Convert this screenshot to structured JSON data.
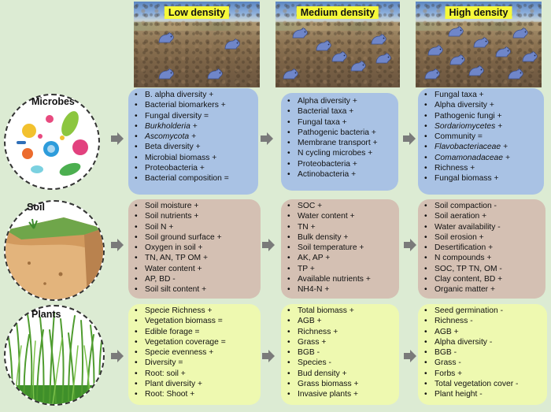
{
  "density_labels": {
    "low": "Low density",
    "medium": "Medium density",
    "high": "High density"
  },
  "row_labels": {
    "microbes": "Microbes",
    "soil": "Soil",
    "plants": "Plants"
  },
  "microbes": {
    "low": [
      "B. alpha diversity +",
      "Bacterial biomarkers +",
      "Fungal diversity =",
      "Burkholderia +",
      "Ascomycota +",
      "Beta diversity +",
      "Microbial biomass +",
      "Proteobacteria +",
      "Bacterial composition ="
    ],
    "medium": [
      "Alpha diversity +",
      "Bacterial taxa +",
      "Fungal taxa +",
      "Pathogenic bacteria +",
      "Membrane transport +",
      "N cycling microbes +",
      "Proteobacteria +",
      "Actinobacteria +"
    ],
    "high": [
      "Fungal taxa +",
      "Alpha diversity +",
      "Pathogenic fungi +",
      "Sordariomycetes +",
      "Community =",
      "Flavobacteriaceae +",
      "Comamonadaceae +",
      "Richness +",
      "Fungal biomass +"
    ]
  },
  "soil": {
    "low": [
      "Soil moisture +",
      "Soil nutrients +",
      "Soil N +",
      "Soil ground surface +",
      "Oxygen in soil +",
      "TN, AN, TP OM +",
      "Water content +",
      "AP, BD -",
      "Soil silt content +"
    ],
    "medium": [
      "SOC +",
      "Water content +",
      "TN +",
      "Bulk density +",
      "Soil temperature +",
      "AK, AP +",
      "TP +",
      "Available nutrients +",
      "NH4-N +"
    ],
    "high": [
      "Soil compaction -",
      "Soil aeration +",
      "Water availability -",
      "Soil erosion +",
      "Desertification +",
      "N compounds +",
      "SOC, TP TN, OM -",
      "Clay content, BD +",
      "Organic matter +"
    ]
  },
  "plants": {
    "low": [
      "Specie Richness +",
      "Vegetation biomass =",
      "Edible forage =",
      "Vegetation coverage =",
      "Specie evenness +",
      "Diversity =",
      "Root: soil +",
      "Plant diversity +",
      "Root: Shoot +"
    ],
    "medium": [
      "Total biomass +",
      "AGB +",
      "Richness +",
      "Grass +",
      "BGB -",
      "Species -",
      "Bud density +",
      "Grass biomass +",
      "Invasive plants +"
    ],
    "high": [
      "Seed germination -",
      "Richness -",
      "AGB +",
      "Alpha diversity -",
      "BGB -",
      "Grass -",
      "Forbs +",
      "Total vegetation cover -",
      "Plant height -"
    ]
  },
  "colors": {
    "background": "#dcebd3",
    "microbes_box": "#a9c2e4",
    "soil_box": "#d4c0b3",
    "plants_box": "#eef9b0",
    "density_label": "#f6f93a",
    "pika": "#6f86c9",
    "arrow": "#7a7a7a"
  },
  "pika_counts": {
    "low": 4,
    "medium": 7,
    "high": 10
  }
}
